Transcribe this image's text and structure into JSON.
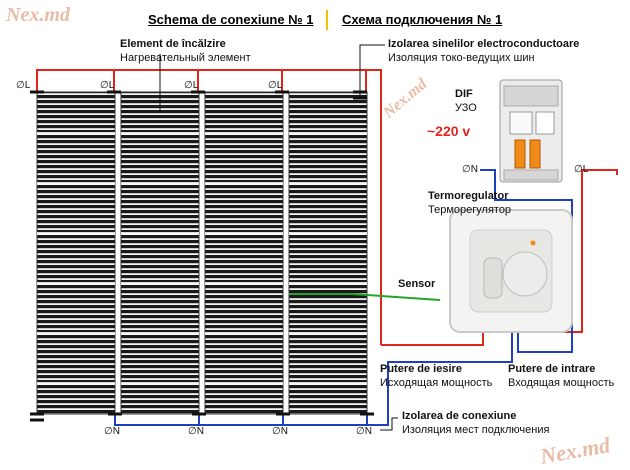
{
  "title_left": "Schema de conexiune № 1",
  "title_right": "Схема подключения № 1",
  "watermark": "Nex.md",
  "labels": {
    "heating_ro": "Element de încălzire",
    "heating_ru": "Нагревательный элемент",
    "insulation_bus_ro": "Izolarea sinelilor electroconductoare",
    "insulation_bus_ru": "Изоляция токо-ведущих шин",
    "dif": "DIF",
    "uzo": "УЗО",
    "voltage": "~220 v",
    "thermostat_ro": "Termoregulator",
    "thermostat_ru": "Терморегулятор",
    "sensor": "Sensor",
    "output_ro": "Putere de iesire",
    "output_ru": "Исходящая мощность",
    "input_ro": "Putere de intrare",
    "input_ru": "Входящая мощность",
    "insulation_conn_ro": "Izolarea de conexiune",
    "insulation_conn_ru": "Изоляция мест подключения"
  },
  "terminals": {
    "L": "∅L",
    "N": "∅N"
  },
  "colors": {
    "live": "#e0261c",
    "neutral": "#1f3fbf",
    "sensor": "#22a52a",
    "film": "#1a1a1a",
    "accent_bar": "#f2c200"
  }
}
